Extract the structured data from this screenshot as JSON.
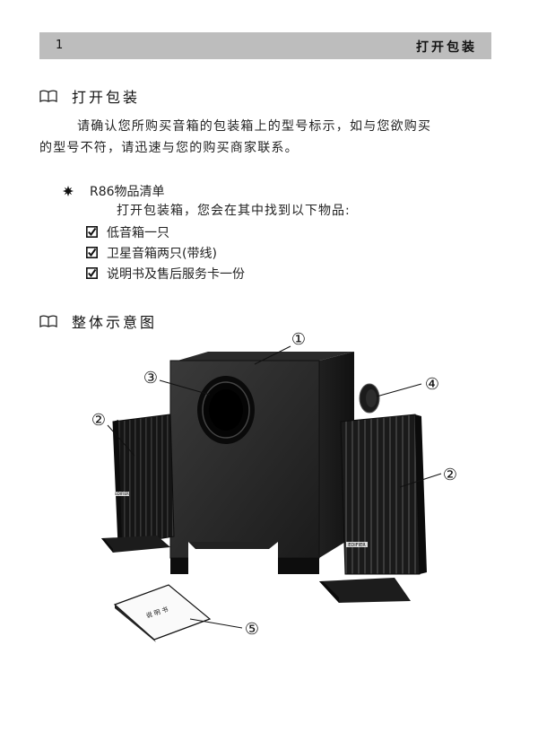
{
  "header": {
    "page_number": "1",
    "title": "打开包装"
  },
  "section1": {
    "icon": "book-icon",
    "title": "打开包装",
    "paragraph_line1": "请确认您所购买音箱的包装箱上的型号标示，如与您欲购买",
    "paragraph_line2": "的型号不符，请迅速与您的购买商家联系。"
  },
  "packing_list": {
    "bullet_icon": "starburst-bullet-icon",
    "title": "R86物品清单",
    "intro": "打开包装箱，您会在其中找到以下物品:",
    "items": [
      {
        "icon": "checkbox-checked-icon",
        "label": "低音箱一只"
      },
      {
        "icon": "checkbox-checked-icon",
        "label": "卫星音箱两只(带线)"
      },
      {
        "icon": "checkbox-checked-icon",
        "label": "说明书及售后服务卡一份"
      }
    ]
  },
  "section2": {
    "icon": "book-icon",
    "title": "整体示意图"
  },
  "figure": {
    "callouts": [
      "①",
      "②",
      "③",
      "④",
      "②",
      "⑤"
    ],
    "brand_left": "EDIFIER",
    "brand_right": "EDIFIER",
    "manual_label": "说 明 书"
  }
}
